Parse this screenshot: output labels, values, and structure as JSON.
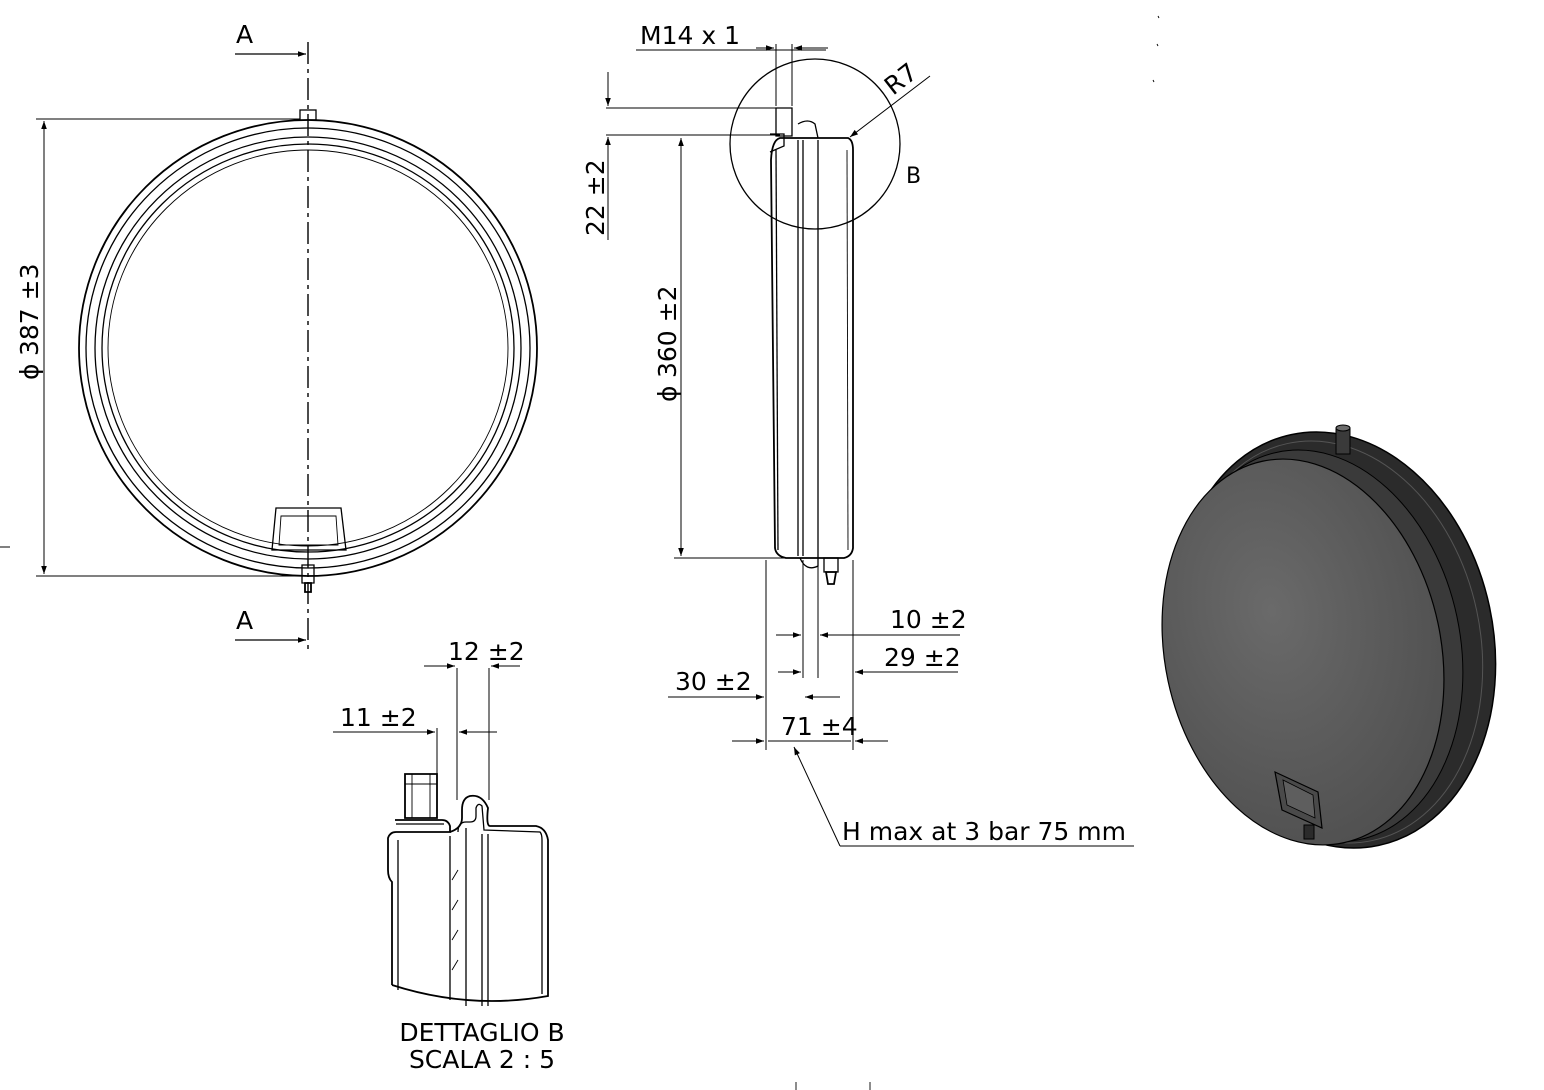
{
  "views": {
    "front": {
      "section_mark_top": "A",
      "section_mark_bottom": "A",
      "diameter_label": "387 ±3"
    },
    "side": {
      "thread_label": "M14 x 1",
      "radius_label": "R7",
      "detail_mark": "B",
      "offset_label": "22 ±2",
      "diameter_label": "360 ±2",
      "dim_10": "10 ±2",
      "dim_29": "29 ±2",
      "dim_30": "30 ±2",
      "dim_71": "71 ±4",
      "note": "H max at 3 bar 75 mm"
    },
    "detail": {
      "dim_12": "12 ±2",
      "dim_11": "11 ±2",
      "title_line1": "DETTAGLIO B",
      "title_line2": "SCALA 2 : 5"
    },
    "iso": {}
  },
  "symbols": {
    "diameter": "ϕ"
  },
  "colors": {
    "line": "#000000",
    "tank_face": "#5a5a5a",
    "tank_rim": "#2b2b2b",
    "background": "#ffffff"
  }
}
